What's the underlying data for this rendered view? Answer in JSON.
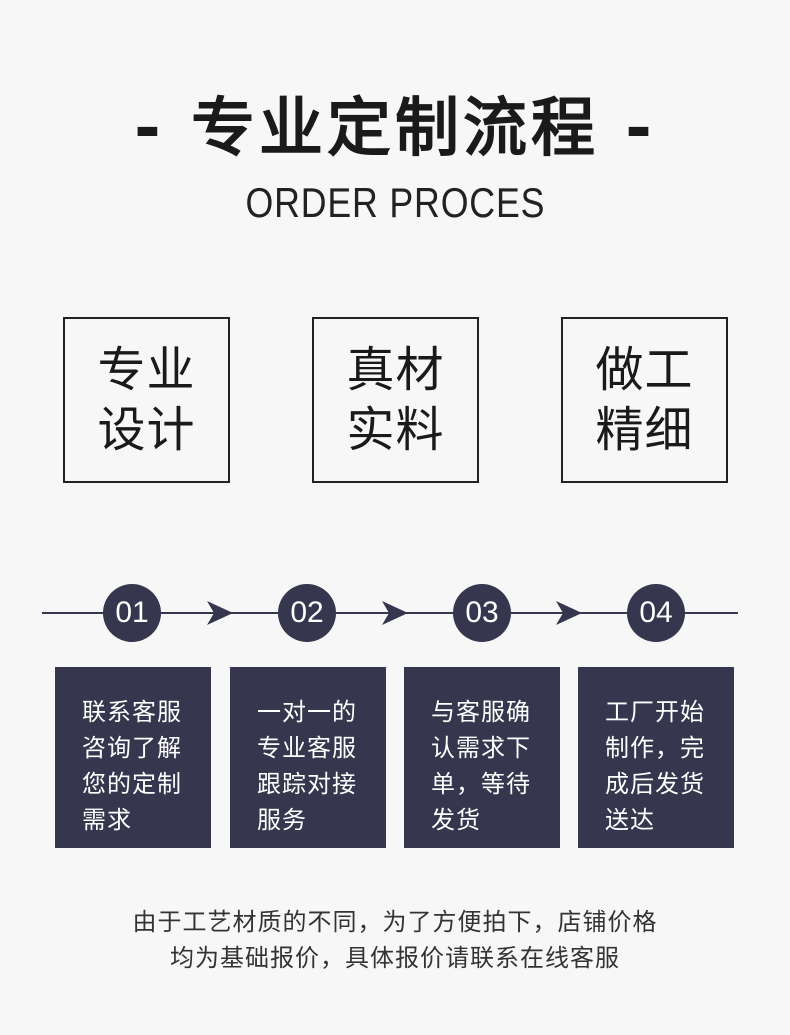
{
  "colors": {
    "background": "#f7f7f7",
    "navy": "#36364e",
    "text": "#1a1a1a",
    "box_border": "#222222",
    "footer_text": "#333333",
    "on_navy_text": "#ffffff"
  },
  "header": {
    "title": "- 专业定制流程 -",
    "subtitle": "ORDER PROCES"
  },
  "features": [
    {
      "lines": [
        "专业",
        "设计"
      ]
    },
    {
      "lines": [
        "真材",
        "实料"
      ]
    },
    {
      "lines": [
        "做工",
        "精细"
      ]
    }
  ],
  "timeline": {
    "arrow_icon": "arrow-right-icon"
  },
  "steps": [
    {
      "number": "01",
      "lines": [
        "联系客服",
        "咨询了解",
        "您的定制",
        "需求"
      ]
    },
    {
      "number": "02",
      "lines": [
        "一对一的",
        "专业客服",
        "跟踪对接",
        "服务"
      ]
    },
    {
      "number": "03",
      "lines": [
        "与客服确",
        "认需求下",
        "单，等待",
        "发货"
      ]
    },
    {
      "number": "04",
      "lines": [
        "工厂开始",
        "制作，完",
        "成后发货",
        "送达"
      ]
    }
  ],
  "footer": {
    "lines": [
      "由于工艺材质的不同，为了方便拍下，店铺价格",
      "均为基础报价，具体报价请联系在线客服"
    ]
  }
}
